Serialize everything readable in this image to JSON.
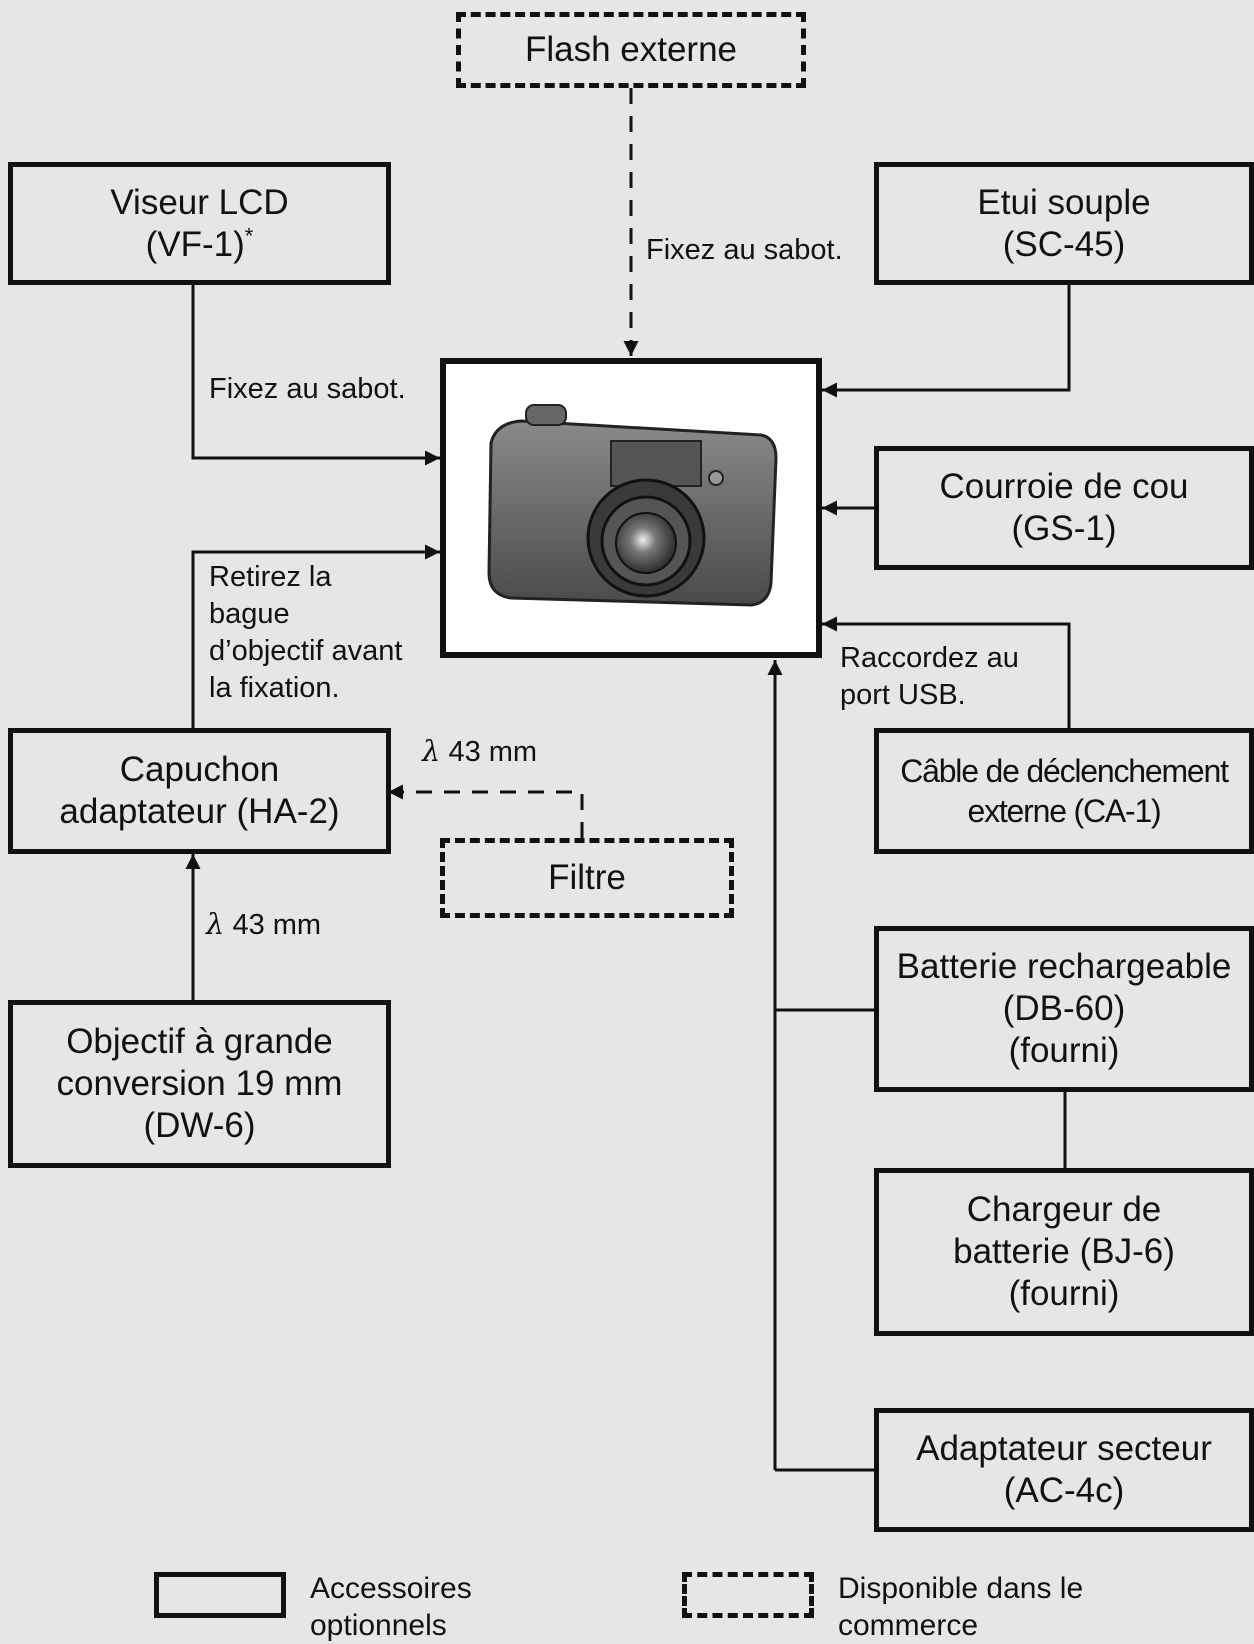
{
  "boxes": {
    "flash": "Flash externe",
    "viseur": "Viseur LCD\n(VF-1)",
    "viseur_mark": "*",
    "etui": "Etui souple\n(SC-45)",
    "courroie": "Courroie de cou\n(GS-1)",
    "capuchon": "Capuchon\nadaptateur (HA-2)",
    "cable": "Câble de déclenchement\nexterne (CA-1)",
    "filtre": "Filtre",
    "objectif": "Objectif à grande\nconversion 19 mm\n(DW-6)",
    "batterie": "Batterie rechargeable\n(DB-60)\n(fourni)",
    "chargeur": "Chargeur de\nbatterie (BJ-6)\n(fourni)",
    "adaptateur": "Adaptateur secteur\n(AC-4c)"
  },
  "labels": {
    "flash_note": "Fixez au sabot.",
    "viseur_note": "Fixez au sabot.",
    "capuchon_note": "Retirez la\nbague\nd’objectif avant\nla fixation.",
    "usb_note": "Raccordez au\nport USB.",
    "filtre_size_symbol": "λ",
    "filtre_size": "43 mm",
    "objectif_size_symbol": "λ",
    "objectif_size": "43 mm"
  },
  "legend": {
    "solid": "Accessoires\noptionnels",
    "dashed": "Disponible dans le\ncommerce"
  }
}
